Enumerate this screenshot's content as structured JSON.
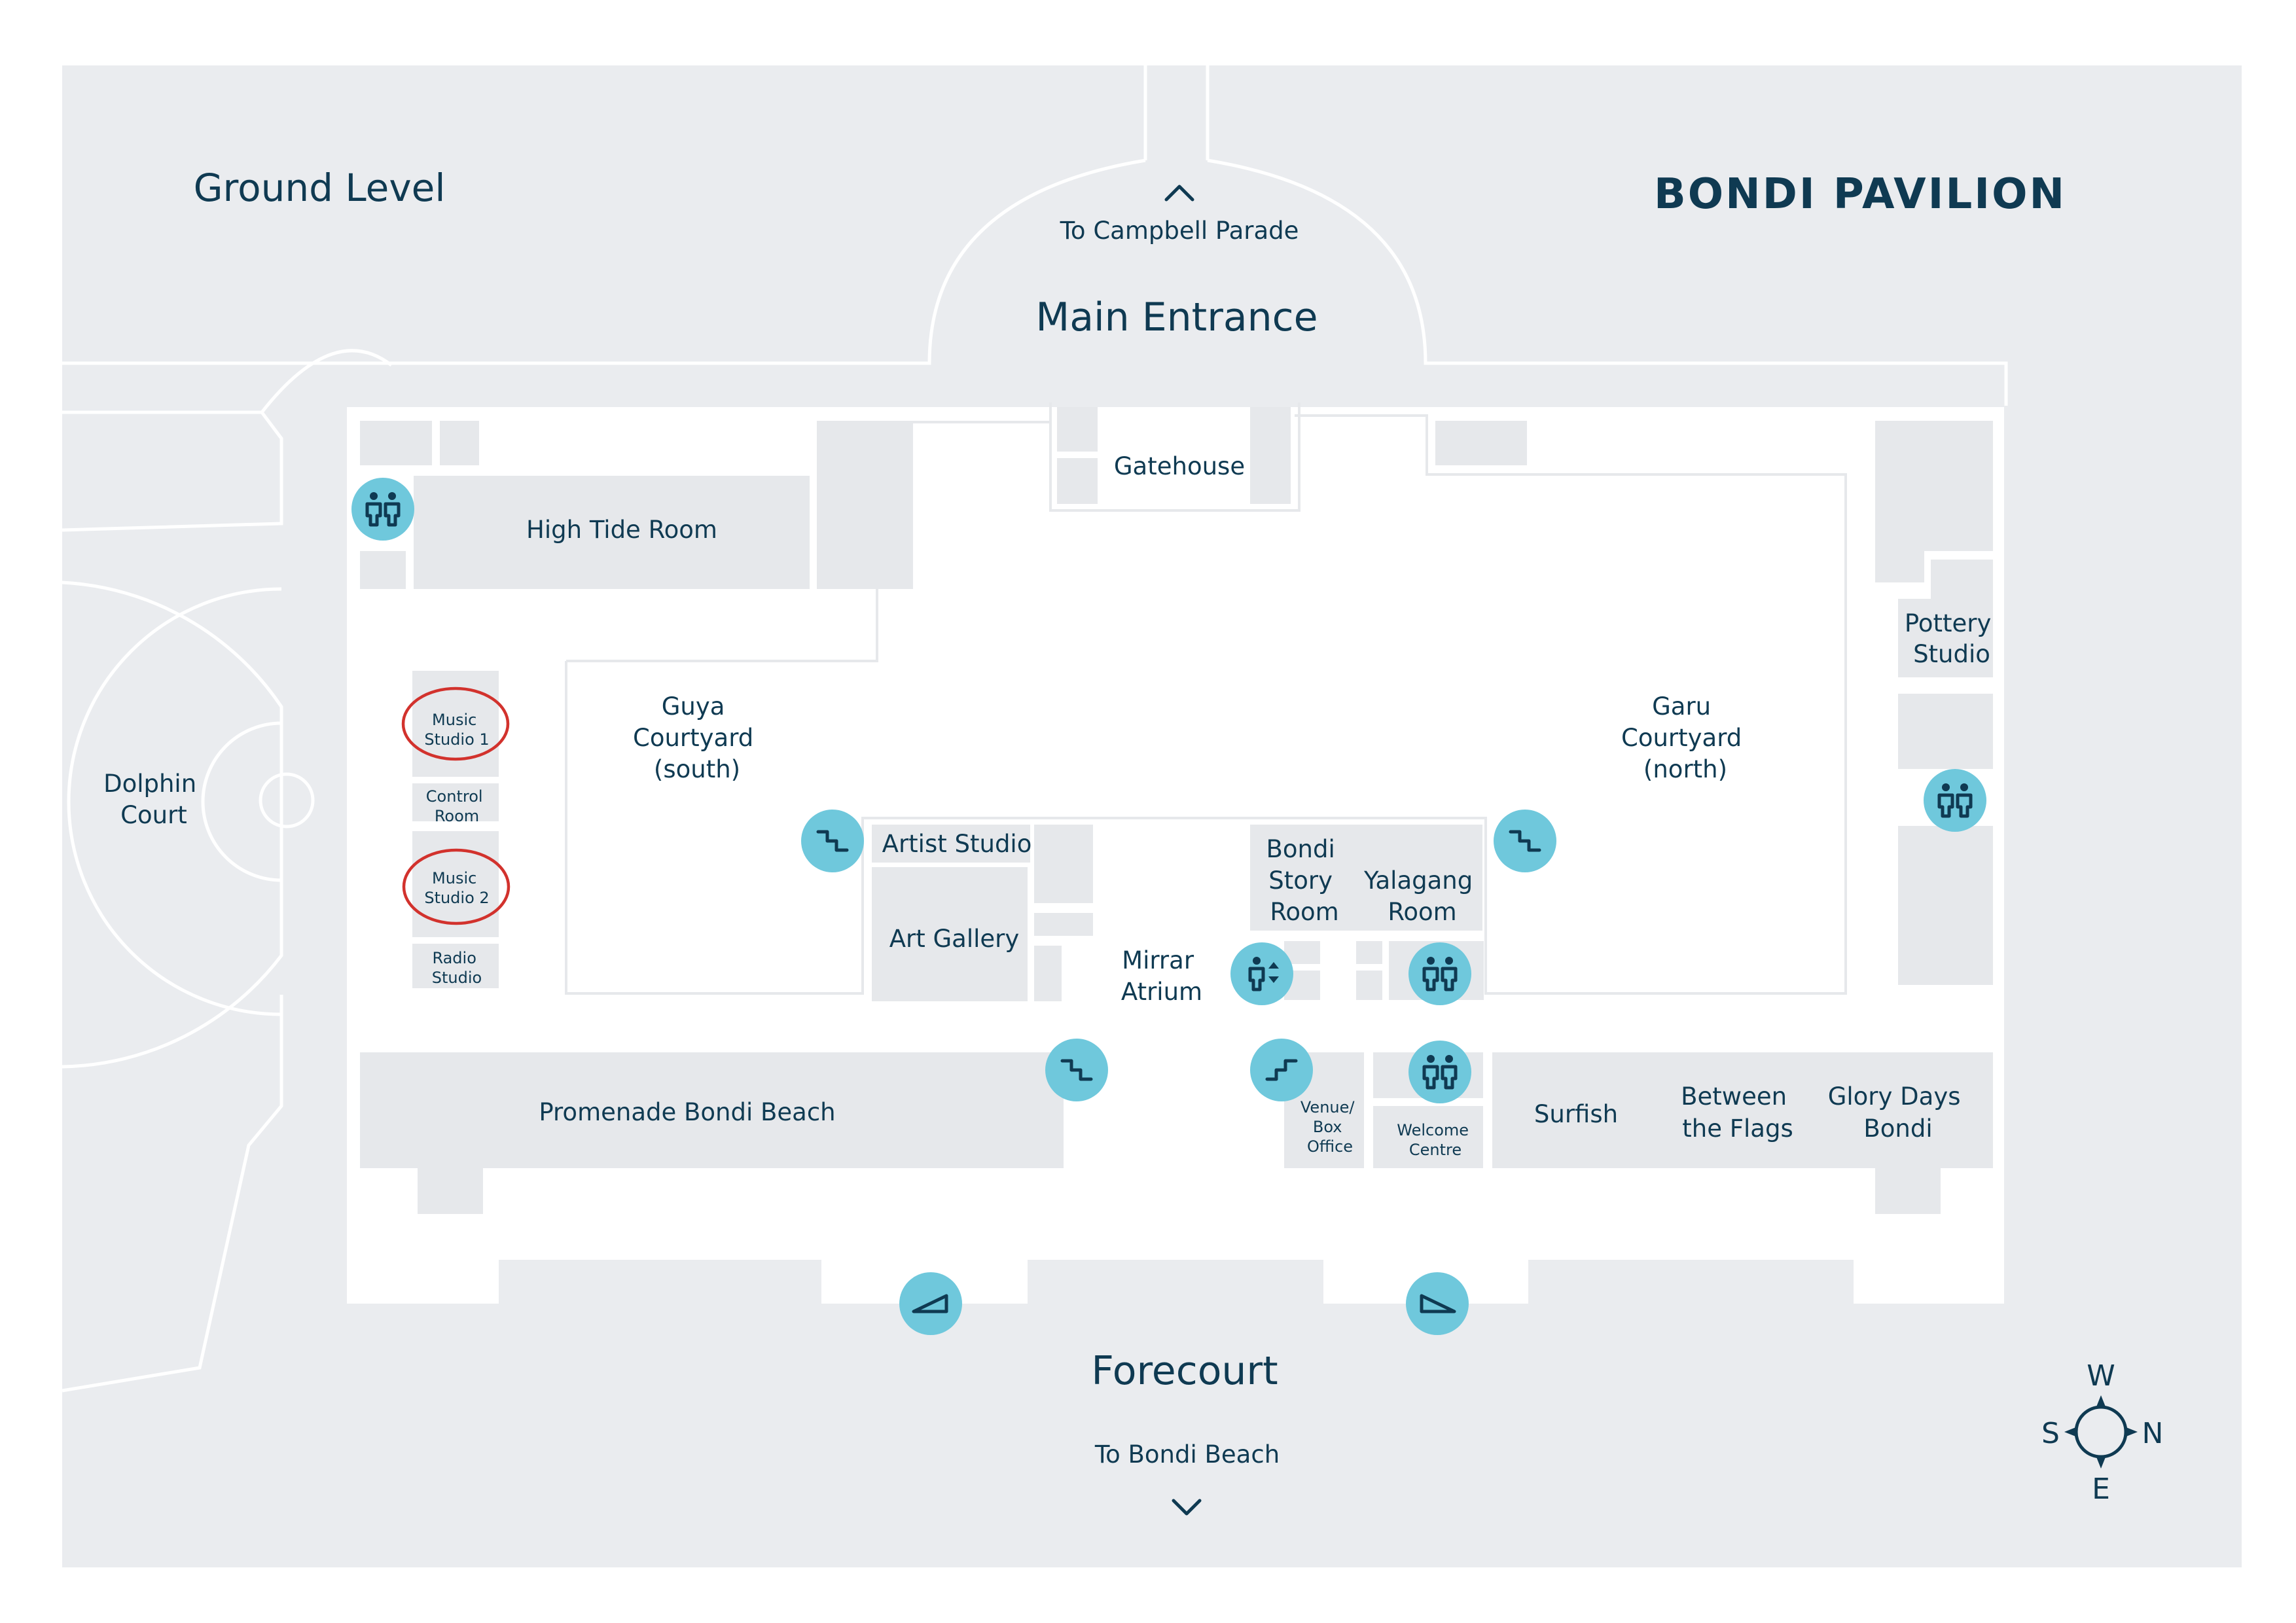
{
  "title": "BONDI PAVILION",
  "level": "Ground Level",
  "entrances": {
    "main": "Main Entrance",
    "main_hint": "To Campbell Parade",
    "forecourt": "Forecourt",
    "forecourt_hint": "To Bondi Beach"
  },
  "rooms": {
    "gatehouse": "Gatehouse",
    "high_tide_room": "High Tide Room",
    "guya_courtyard": [
      "Guya",
      "Courtyard",
      "(south)"
    ],
    "garu_courtyard": [
      "Garu",
      "Courtyard",
      "(north)"
    ],
    "pottery_studio": [
      "Pottery",
      "Studio"
    ],
    "dolphin_court": [
      "Dolphin",
      "Court"
    ],
    "music_studio_1": [
      "Music",
      "Studio 1"
    ],
    "control_room": [
      "Control",
      "Room"
    ],
    "music_studio_2": [
      "Music",
      "Studio 2"
    ],
    "radio_studio": [
      "Radio",
      "Studio"
    ],
    "artist_studio": "Artist Studio",
    "art_gallery": "Art Gallery",
    "mirrar_atrium": [
      "Mirrar",
      "Atrium"
    ],
    "bondi_story_room": [
      "Bondi",
      "Story",
      "Room"
    ],
    "yalagang_room": [
      "Yalagang",
      "Room"
    ],
    "promenade": "Promenade Bondi Beach",
    "venue_box_office": [
      "Venue/",
      "Box",
      "Office"
    ],
    "welcome_centre": [
      "Welcome",
      "Centre"
    ],
    "surfish": "Surfish",
    "between_the_flags": [
      "Between",
      "the Flags"
    ],
    "glory_days_bondi": [
      "Glory Days",
      "Bondi"
    ]
  },
  "compass": {
    "top": "W",
    "left": "S",
    "right": "N",
    "bottom": "E"
  },
  "colors": {
    "background": "#eaecef",
    "building": "#ffffff",
    "room": "#e6e8eb",
    "text": "#0f3a52",
    "icon_badge": "#6fc8dc",
    "highlight_ring": "#d2322d"
  },
  "icons": [
    "toilets-icon",
    "stairs-icon",
    "lift-icon",
    "ramp-icon",
    "compass-icon"
  ],
  "highlighted_rooms": [
    "Music Studio 1",
    "Music Studio 2"
  ]
}
